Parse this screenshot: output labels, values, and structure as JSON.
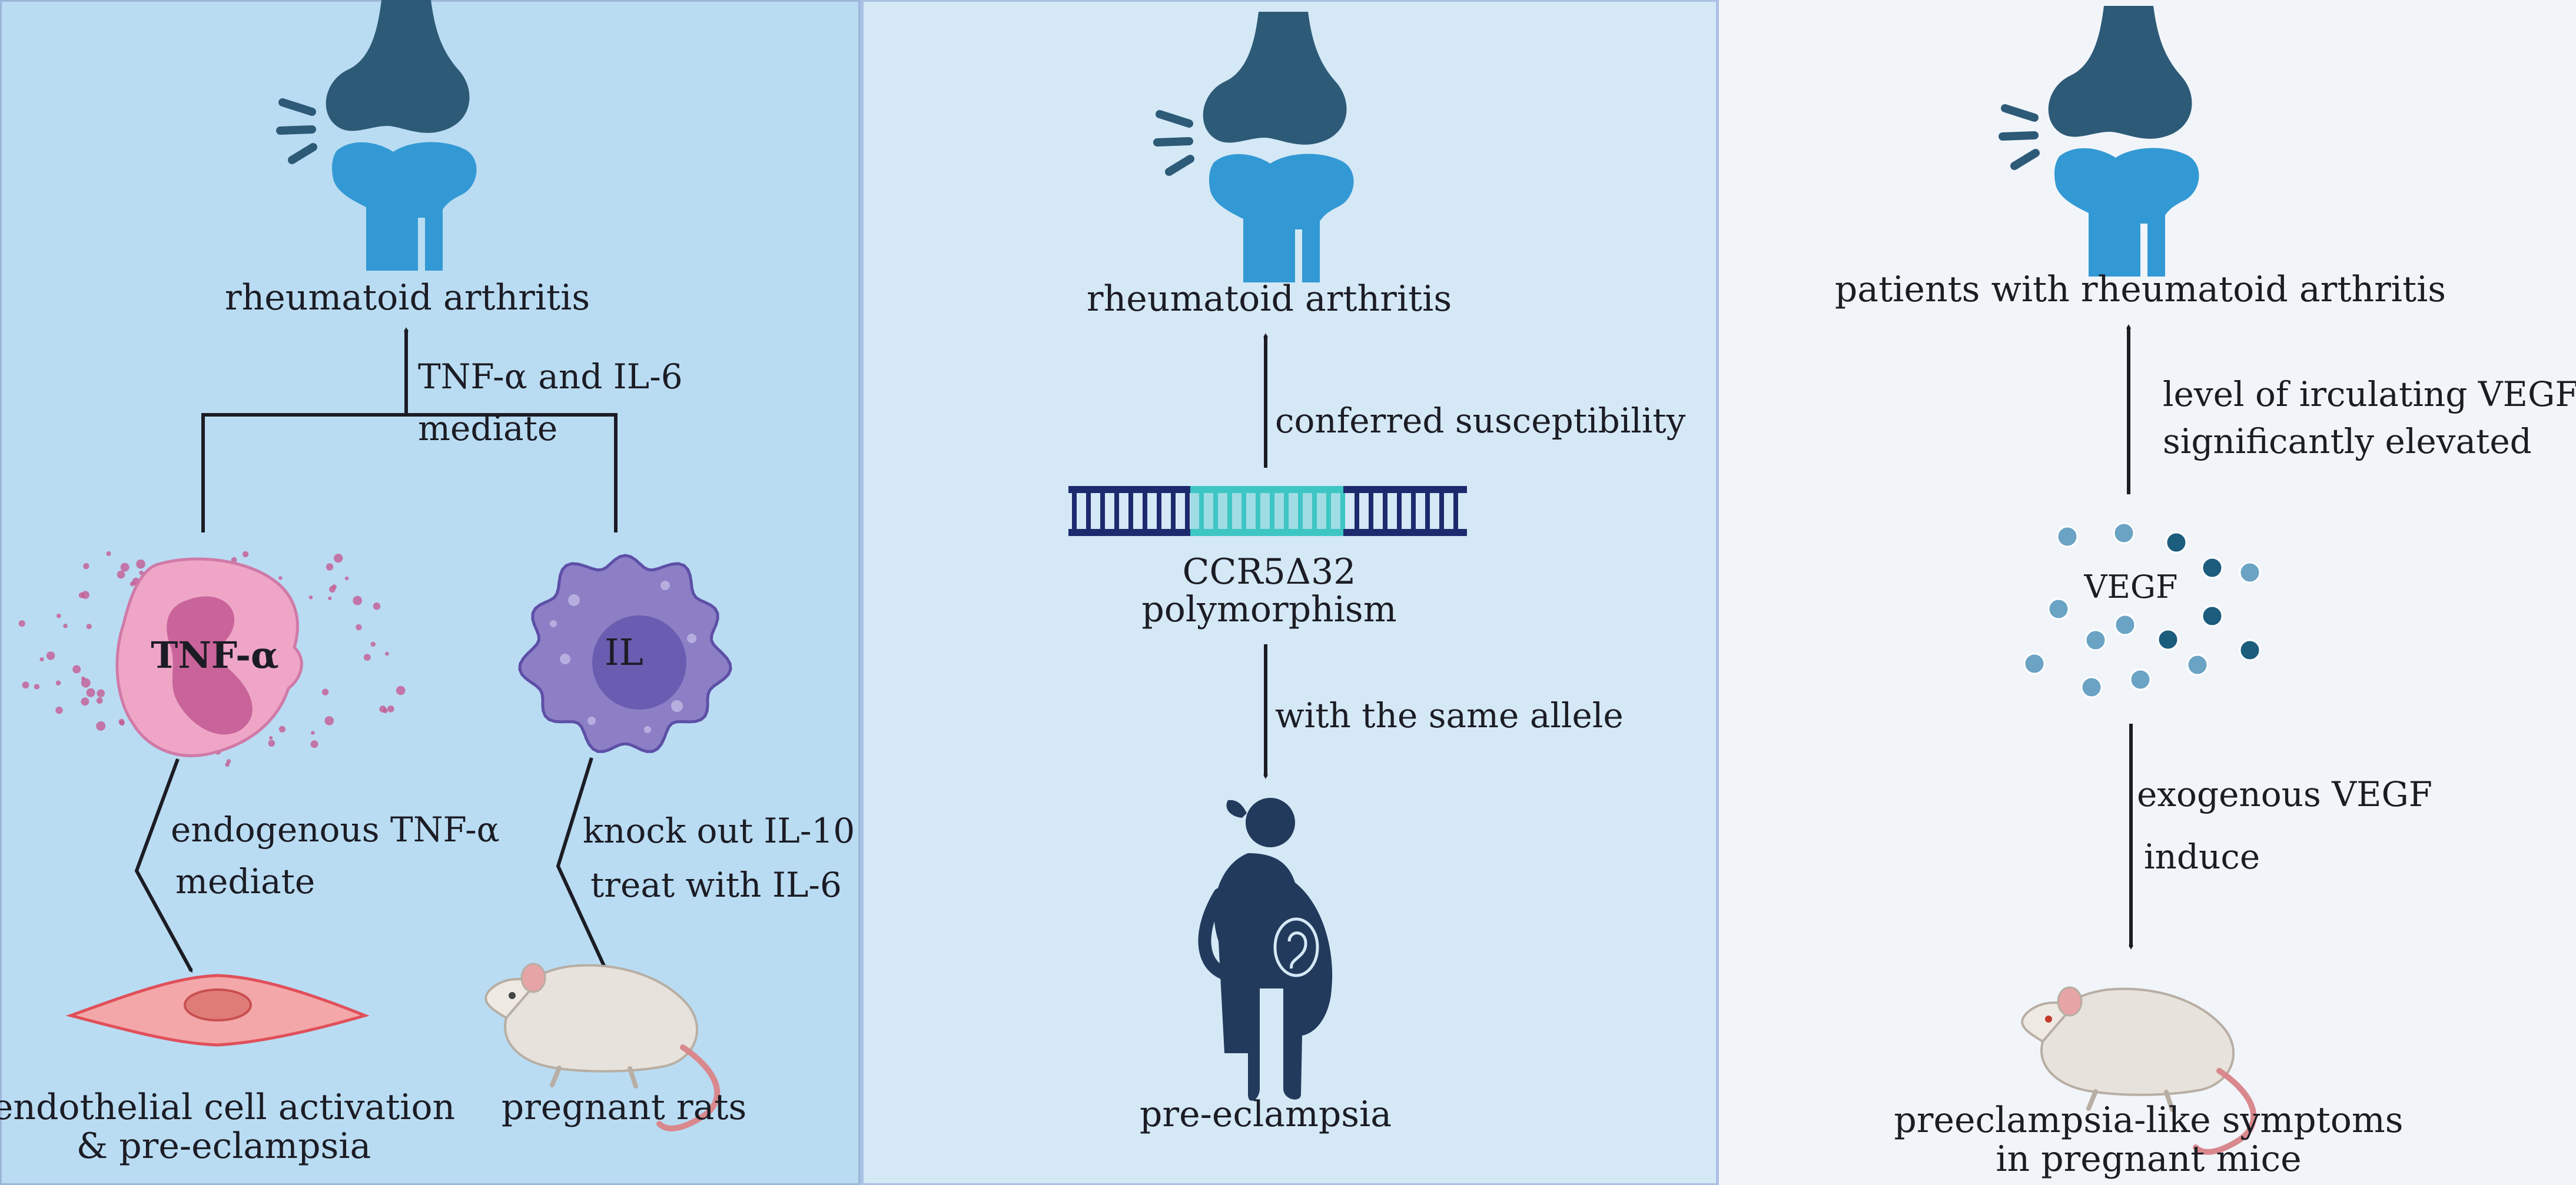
{
  "colors": {
    "panel_left": "#b9dcf3",
    "panel_middle": "#d4e8f6",
    "panel_right": "#f1f5fa",
    "joint_dark": "#2d5a77",
    "joint_light": "#3399d4",
    "arrow": "#1c1c24",
    "dna_strand": "#1e2a6e",
    "dna_highlight": "#3dc6c4",
    "pink_cell": "#efa6c6",
    "purple_cell": "#8c7fc6",
    "pregnant_figure": "#223a5c",
    "vegf_light": "#6aa3c4",
    "vegf_dark": "#1c5c7d"
  },
  "icons": {
    "joint": "knee-joint-icon",
    "neutrophil": "neutrophil-cell-icon",
    "macrophage": "macrophage-cell-icon",
    "endothelial": "endothelial-cell-icon",
    "rat": "rat-icon",
    "dna": "dna-icon",
    "pregnant": "pregnant-woman-icon",
    "molecules": "vegf-molecules-icon",
    "mouse": "mouse-icon"
  },
  "panel1": {
    "title": "rheumatoid arthritis",
    "mediator_line1": "TNF-α and IL-6",
    "mediator_line2": "mediate",
    "tnf_cell_label": "TNF-α",
    "il_cell_label": "IL",
    "left_path_line1": "endogenous TNF-α",
    "left_path_line2": "mediate",
    "right_path_line1": "knock out IL-10",
    "right_path_line2": "treat with IL-6",
    "left_outcome_line1": "endothelial cell activation",
    "left_outcome_line2": "& pre-eclampsia",
    "right_outcome": "pregnant rats"
  },
  "panel2": {
    "title": "rheumatoid arthritis",
    "up_label": "conferred susceptibility",
    "gene_line1": "CCR5Δ32",
    "gene_line2": "polymorphism",
    "down_label": "with the same allele",
    "outcome": "pre-eclampsia"
  },
  "panel3": {
    "title": "patients with rheumatoid arthritis",
    "up_line1": "level of irculating VEGF",
    "up_line2": "significantly elevated",
    "molecule_label": "VEGF",
    "down_line1": "exogenous VEGF",
    "down_line2": "induce",
    "outcome_line1": "preeclampsia-like symptoms",
    "outcome_line2": "in pregnant mice"
  }
}
